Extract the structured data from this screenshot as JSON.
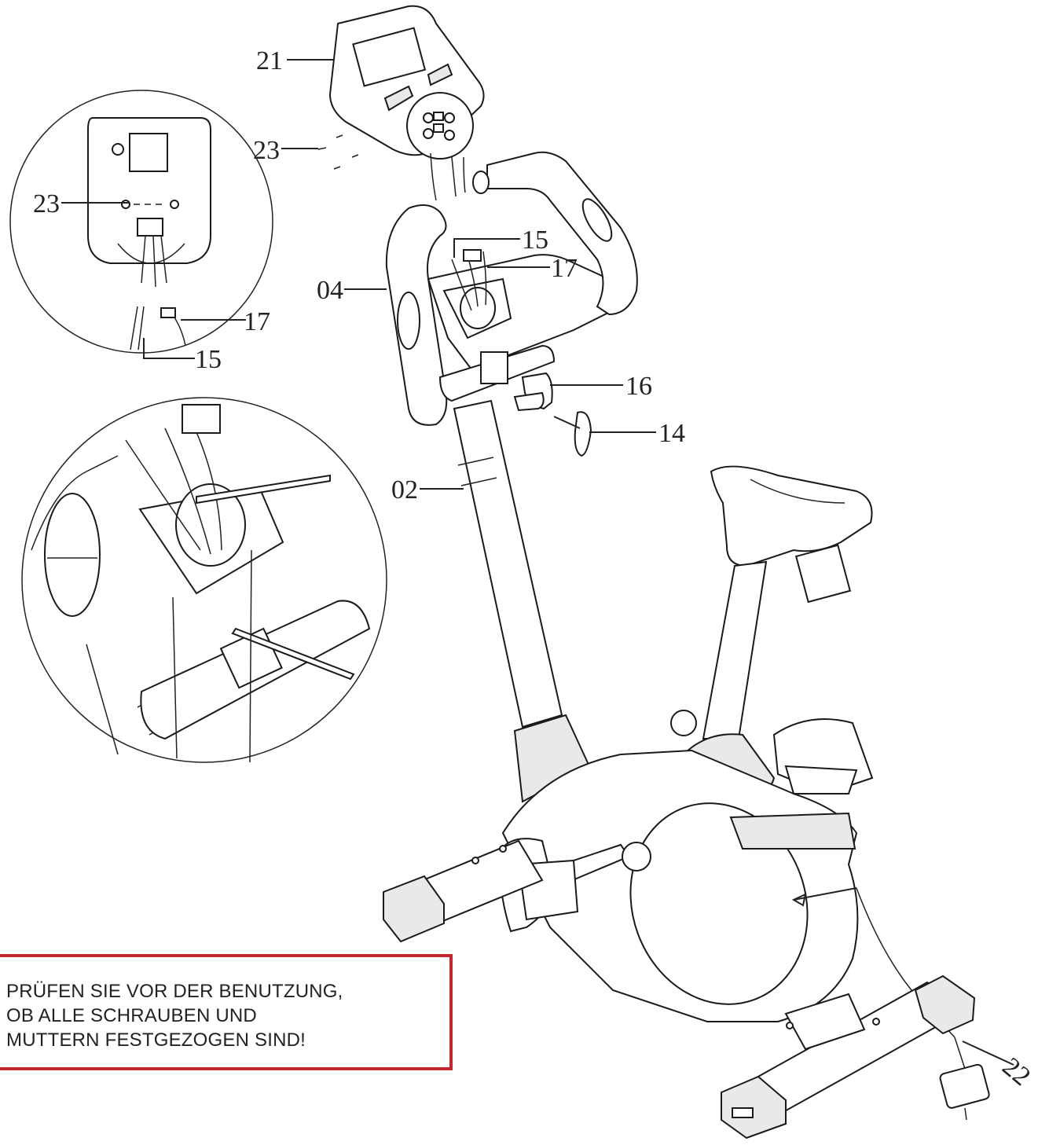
{
  "labels": {
    "p21": "21",
    "p23_main": "23",
    "p23_detail": "23",
    "p15_main": "15",
    "p17_main": "17",
    "p04": "04",
    "p17_detail": "17",
    "p15_detail": "15",
    "p16": "16",
    "p14": "14",
    "p02": "02",
    "p22": "22"
  },
  "warning": {
    "text": "PRÜFEN SIE VOR DER BENUTZUNG,\nOB ALLE SCHRAUBEN UND\nMUTTERN FESTGEZOGEN SIND!"
  },
  "colors": {
    "warning_border": "#c0282e",
    "line": "#222222"
  }
}
